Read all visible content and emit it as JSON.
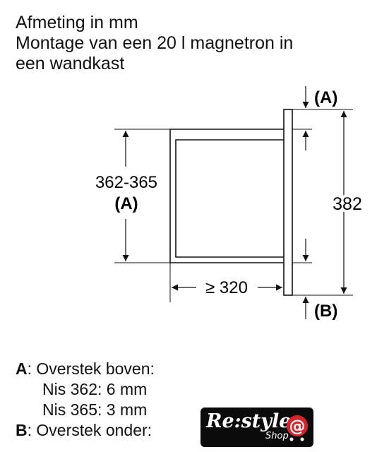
{
  "heading": {
    "line1": "Afmeting in mm",
    "line2": "Montage van een 20 l magnetron in",
    "line3": "een wandkast"
  },
  "diagram": {
    "label_a_top": "(A)",
    "label_b_bottom": "(B)",
    "height_niche": "362-365",
    "height_niche_ref": "(A)",
    "total_height": "382",
    "depth": "≥ 320"
  },
  "legend": {
    "a_key": "A",
    "a_text": ": Overstek boven:",
    "nis362": "Nis 362: 6 mm",
    "nis365": "Nis 365: 3 mm",
    "b_key": "B",
    "b_text": ": Overstek onder:"
  },
  "logo": {
    "brand": "Re:style",
    "sub": "Shop",
    "symbol": "@"
  }
}
